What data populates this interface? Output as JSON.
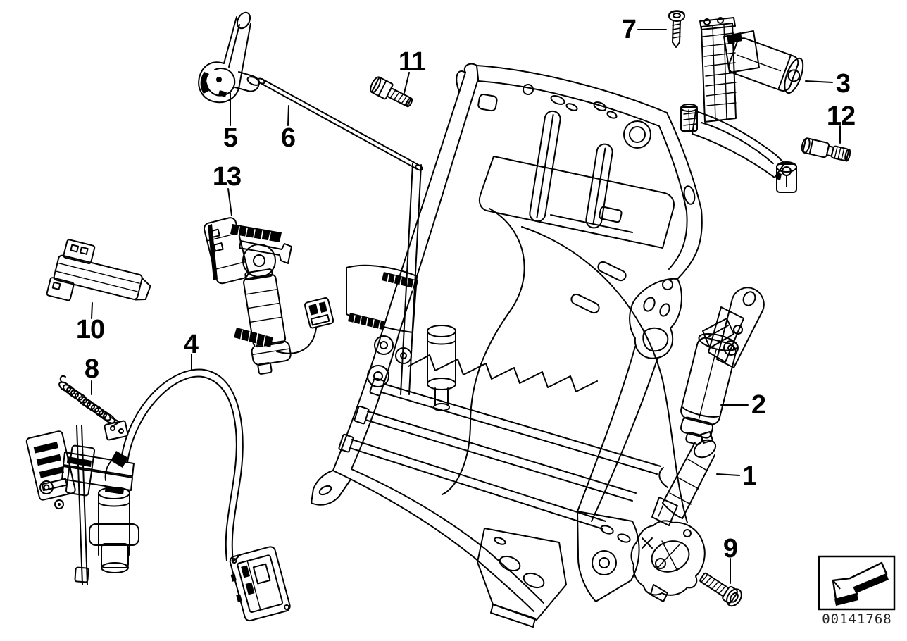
{
  "image_id": "00141768",
  "callouts": {
    "c1": "1",
    "c2": "2",
    "c3": "3",
    "c4": "4",
    "c5": "5",
    "c6": "6",
    "c7": "7",
    "c8": "8",
    "c9": "9",
    "c10": "10",
    "c11": "11",
    "c12": "12",
    "c13": "13"
  },
  "stamp": {
    "icon": "arrow-down-left"
  },
  "colors": {
    "line": "#000000",
    "background": "#ffffff"
  }
}
